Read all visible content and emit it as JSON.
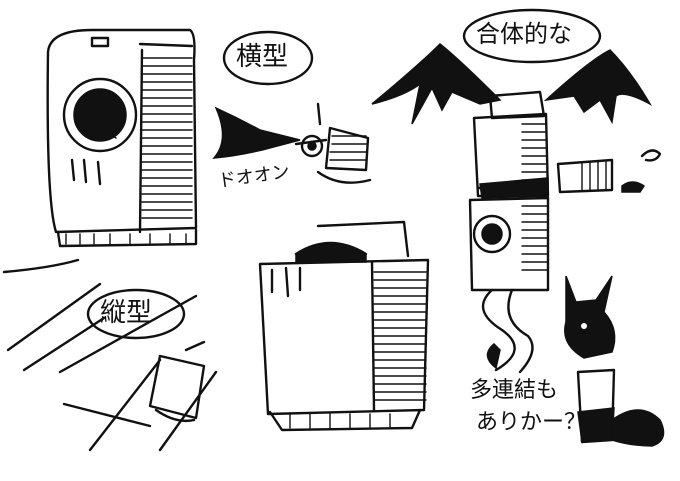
{
  "labels": {
    "horizontal_type": "横型",
    "sound_effect": "ドオオン",
    "combined": "合体的な",
    "vertical_type": "縦型",
    "multi_link_line1": "多連結も",
    "multi_link_line2": "ありかー？"
  },
  "colors": {
    "ink": "#111111",
    "paper": "#ffffff"
  }
}
